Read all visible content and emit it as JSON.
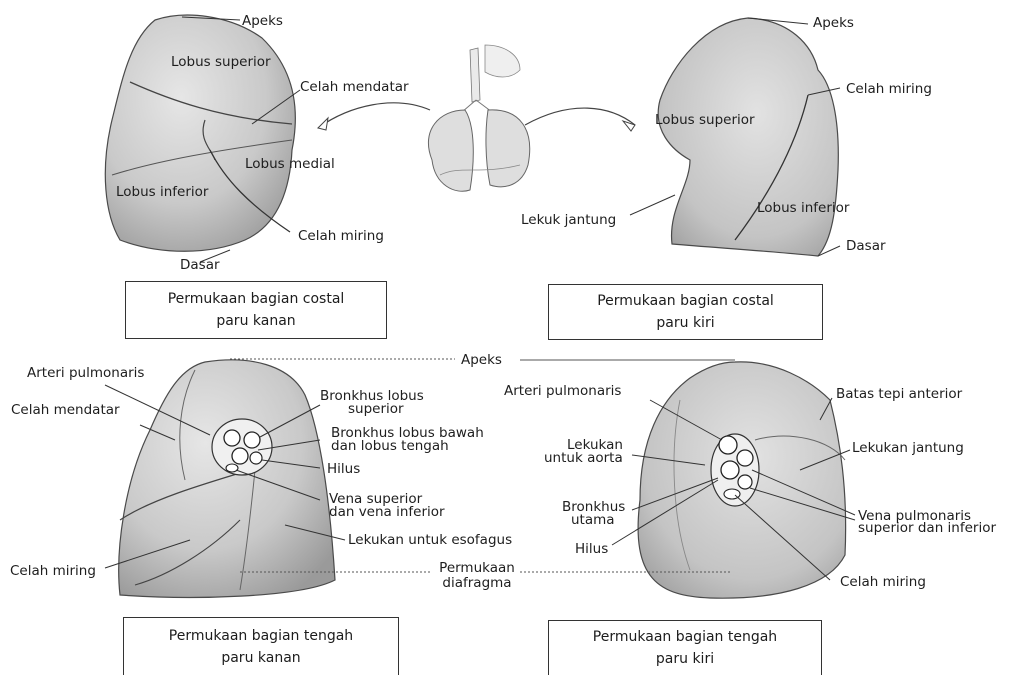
{
  "labels": {
    "rc_apeks": "Apeks",
    "rc_lobus_superior": "Lobus superior",
    "rc_celah_mendatar": "Celah mendatar",
    "rc_lobus_medial": "Lobus medial",
    "rc_lobus_inferior": "Lobus inferior",
    "rc_celah_miring": "Celah miring",
    "rc_dasar": "Dasar",
    "lc_apeks": "Apeks",
    "lc_celah_miring": "Celah miring",
    "lc_lobus_superior": "Lobus superior",
    "lc_lekuk_jantung": "Lekuk jantung",
    "lc_lobus_inferior": "Lobus inferior",
    "lc_dasar": "Dasar",
    "mid_apeks": "Apeks",
    "mid_permukaan": "Permukaan",
    "mid_diafragma": "diafragma",
    "rm_arteri": "Arteri pulmonaris",
    "rm_celah_mendatar": "Celah mendatar",
    "rm_bronkhus_lobus_1": "Bronkhus lobus",
    "rm_bronkhus_lobus_2": "superior",
    "rm_bronkhus_bawah_1": "Bronkhus lobus bawah",
    "rm_bronkhus_bawah_2": "dan lobus tengah",
    "rm_hilus": "Hilus",
    "rm_vena_1": "Vena superior",
    "rm_vena_2": "dan vena inferior",
    "rm_lekukan_esofagus": "Lekukan untuk esofagus",
    "rm_celah_miring": "Celah miring",
    "lm_arteri": "Arteri pulmonaris",
    "lm_batas": "Batas tepi anterior",
    "lm_lekukan_aorta_1": "Lekukan",
    "lm_lekukan_aorta_2": "untuk aorta",
    "lm_lekukan_jantung": "Lekukan jantung",
    "lm_bronkhus_1": "Bronkhus",
    "lm_bronkhus_2": "utama",
    "lm_vena_1": "Vena pulmonaris",
    "lm_vena_2": "superior dan inferior",
    "lm_hilus": "Hilus",
    "lm_celah_miring": "Celah miring"
  },
  "captions": {
    "right_costal_1": "Permukaan bagian costal",
    "right_costal_2": "paru kanan",
    "left_costal_1": "Permukaan bagian costal",
    "left_costal_2": "paru kiri",
    "right_medial_1": "Permukaan bagian tengah",
    "right_medial_2": "paru kanan",
    "left_medial_1": "Permukaan bagian tengah",
    "left_medial_2": "paru kiri"
  }
}
